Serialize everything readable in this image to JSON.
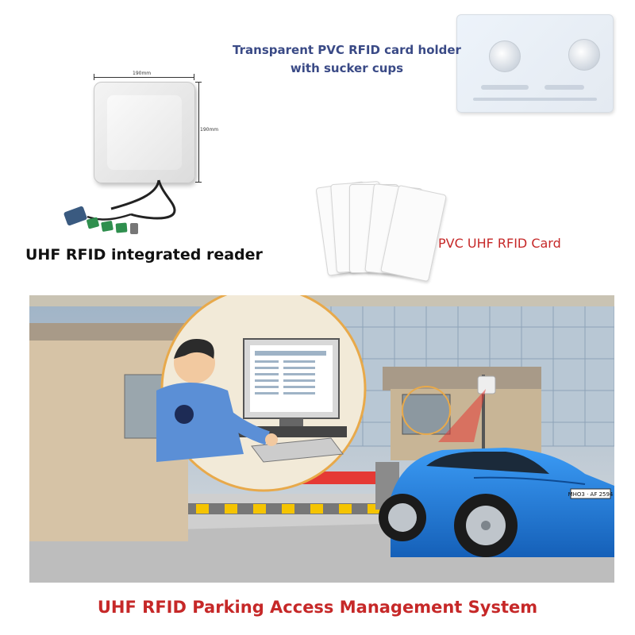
{
  "reader": {
    "width_label": "190mm",
    "height_label": "190mm",
    "caption": "UHF RFID integrated reader"
  },
  "holder": {
    "caption_line1": "Transparent PVC RFID card holder",
    "caption_line2": "with sucker cups"
  },
  "card": {
    "caption": "PVC UHF RFID Card"
  },
  "scene": {
    "plate_text": "MHO3 · AF 2594"
  },
  "footer": {
    "title": "UHF RFID Parking Access Management System"
  },
  "colors": {
    "holder_caption": "#3a4a86",
    "red_caption": "#c62828",
    "car_blue": "#1f7ee0",
    "barrier_red": "#e53935"
  }
}
